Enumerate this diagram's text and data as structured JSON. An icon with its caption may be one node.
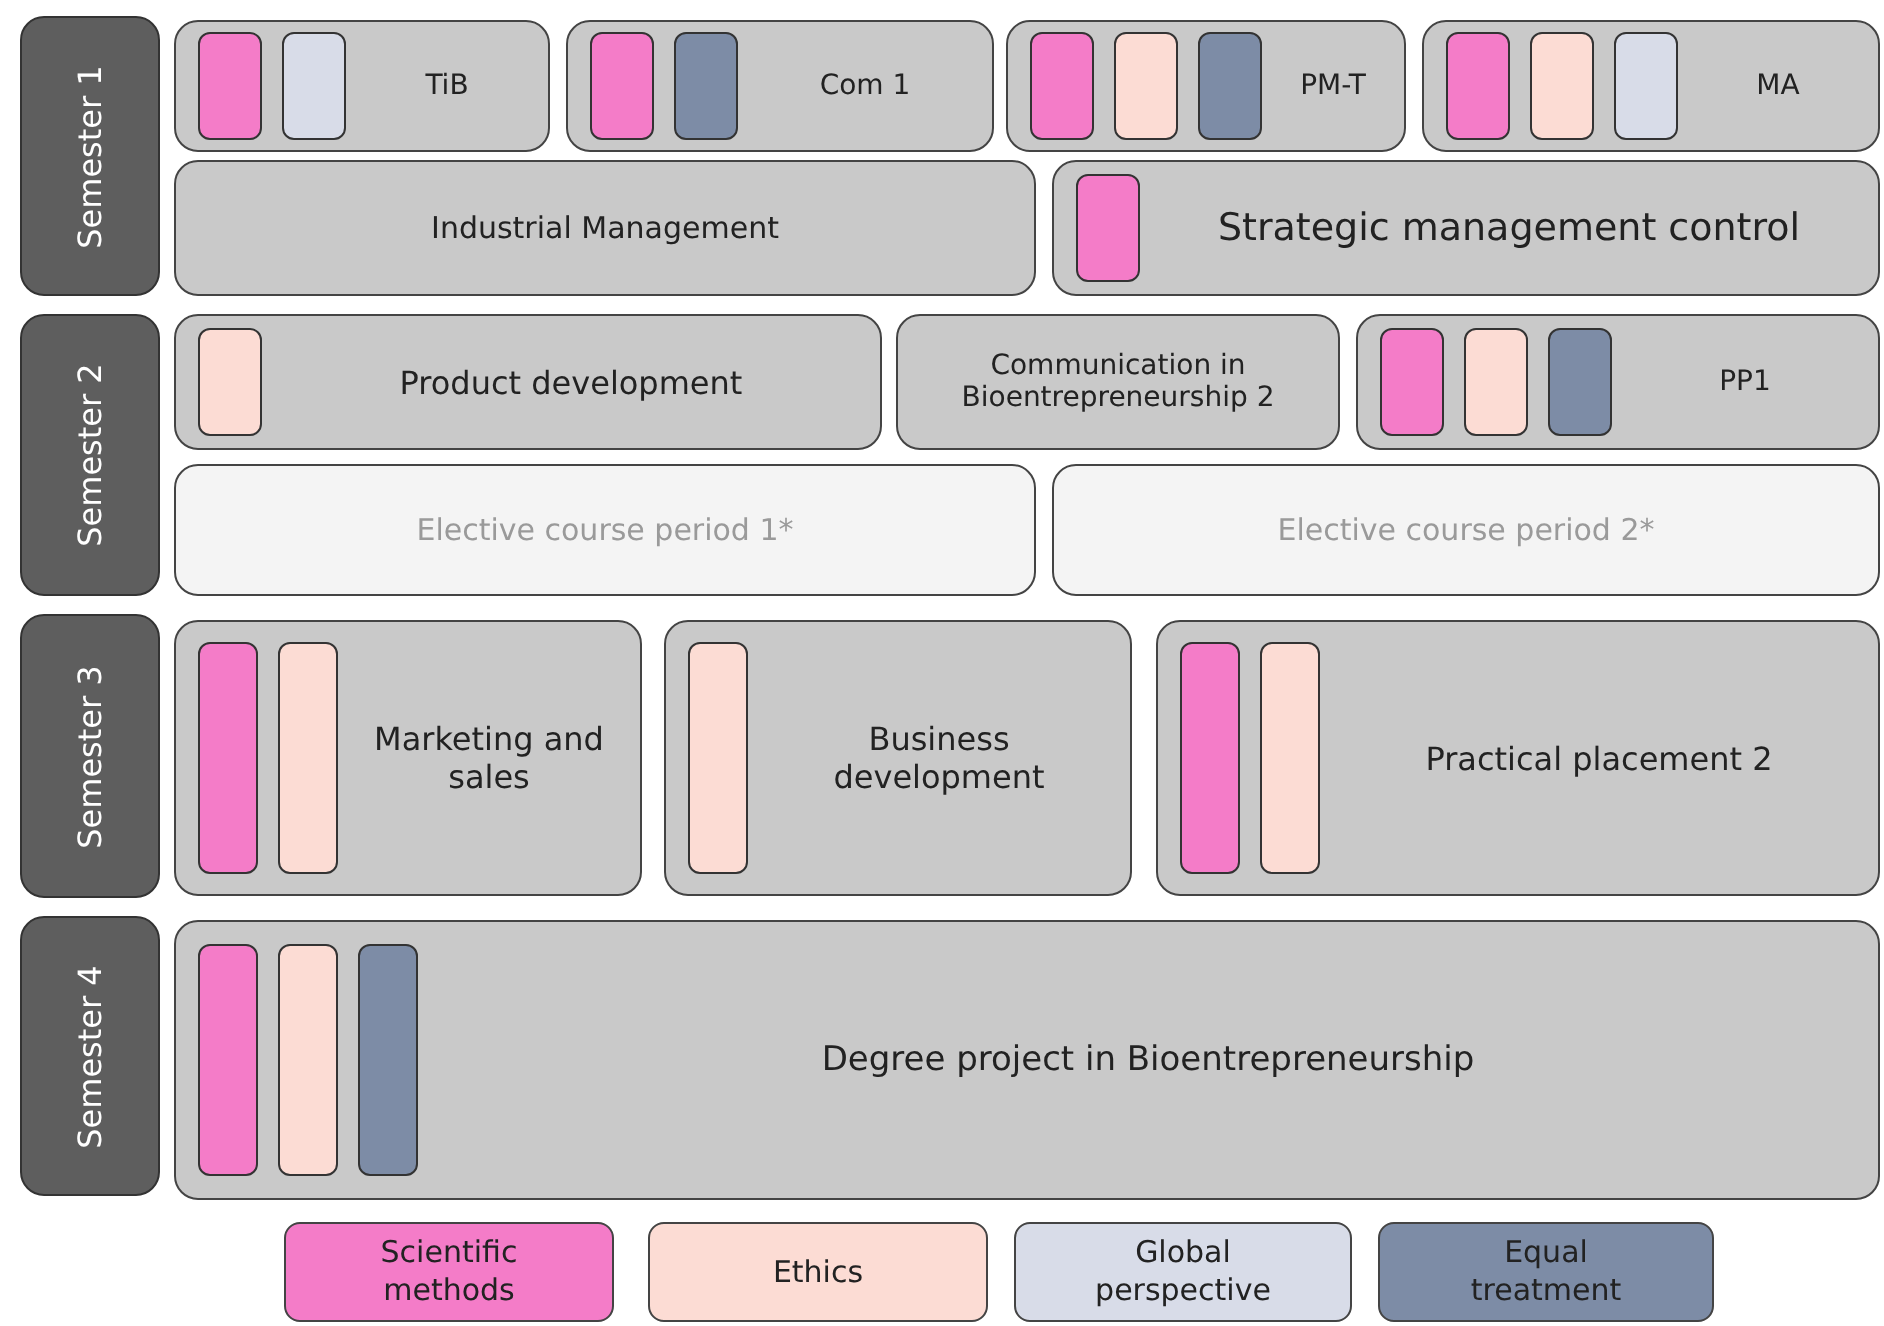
{
  "diagram": {
    "nodes": [
      {
        "text": [
          "Semester 1"
        ]
      },
      {
        "text": [
          "TiB"
        ]
      },
      {
        "text": [
          "Com 1"
        ]
      },
      {
        "text": [
          "PM-T"
        ]
      },
      {
        "text": [
          "MA"
        ]
      },
      {
        "text": [
          "Industrial Management"
        ]
      },
      {
        "text": [
          "Strategic management control"
        ]
      },
      {
        "text": [
          "Semester 2"
        ]
      },
      {
        "text": [
          "Product development"
        ]
      },
      {
        "text": [
          "Communication in Bioentrepreneurship 2"
        ]
      },
      {
        "text": [
          "PP1"
        ]
      },
      {
        "text": [
          "Elective course period 1*"
        ]
      },
      {
        "text": [
          "Elective course period 2*"
        ]
      },
      {
        "text": [
          "Semester 3"
        ]
      },
      {
        "text": [
          "Marketing and sales"
        ]
      },
      {
        "text": [
          "Business development"
        ]
      },
      {
        "text": [
          "Practical placement 2"
        ]
      },
      {
        "text": [
          "Semester 4"
        ]
      },
      {
        "text": [
          "Degree project in Bioentrepreneurship"
        ]
      }
    ],
    "legend": [
      {
        "text": "Scientific methods",
        "color": "#f47cc8"
      },
      {
        "text": "Ethics",
        "color": "#fcdcd4"
      },
      {
        "text": "Global perspective",
        "color": "#d8dce8"
      },
      {
        "text": "Equal treatment",
        "color": "#7d8ca6"
      }
    ]
  }
}
